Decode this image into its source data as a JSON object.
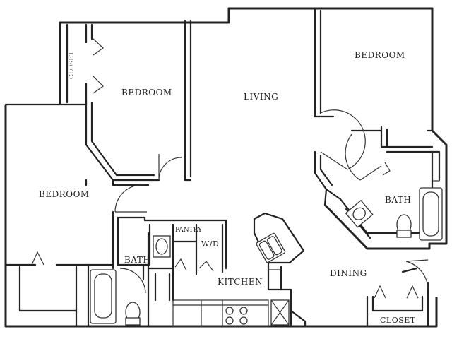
{
  "rooms": {
    "bedroom_top_left": "BEDROOM",
    "bedroom_left": "BEDROOM",
    "bedroom_right": "BEDROOM",
    "living": "LIVING",
    "bath_left": "BATH",
    "bath_right": "BATH",
    "kitchen": "KITCHEN",
    "dining": "DINING",
    "pantry": "PANTRY",
    "wd": "W/D",
    "closet_left": "CLOSET",
    "closet_right": "CLOSET"
  }
}
